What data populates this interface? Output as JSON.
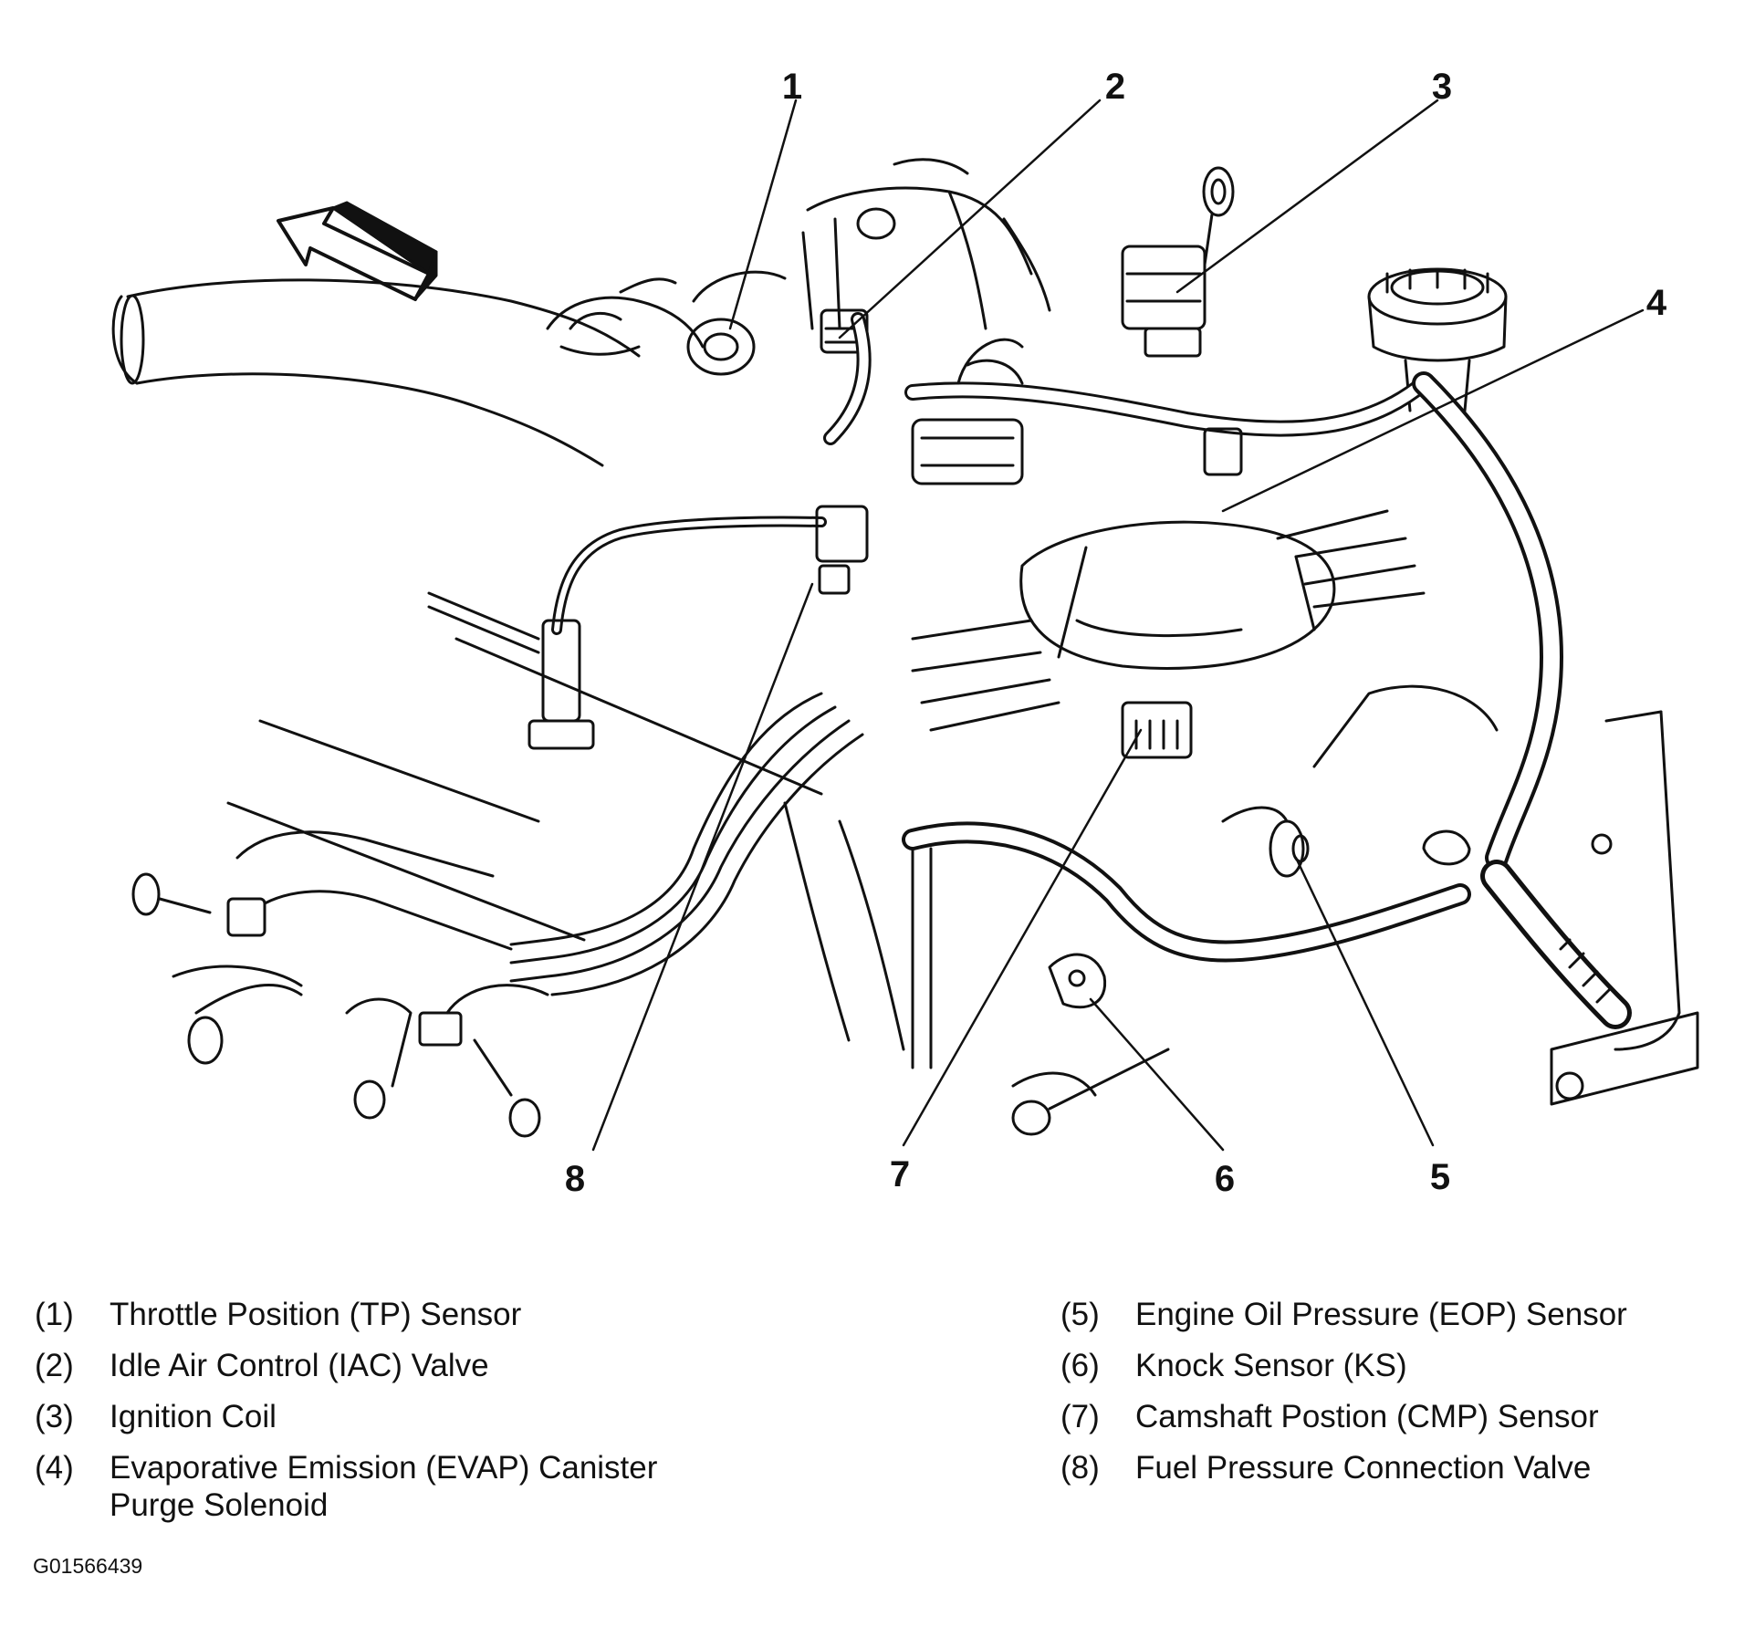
{
  "callouts": [
    {
      "num": "1"
    },
    {
      "num": "2"
    },
    {
      "num": "3"
    },
    {
      "num": "4"
    },
    {
      "num": "5"
    },
    {
      "num": "6"
    },
    {
      "num": "7"
    },
    {
      "num": "8"
    }
  ],
  "legend": {
    "left": [
      {
        "num": "(1)",
        "text": "Throttle Position (TP) Sensor"
      },
      {
        "num": "(2)",
        "text": "Idle Air Control (IAC) Valve"
      },
      {
        "num": "(3)",
        "text": "Ignition Coil"
      },
      {
        "num": "(4)",
        "text": "Evaporative Emission (EVAP) Canister",
        "text2": "Purge Solenoid"
      }
    ],
    "right": [
      {
        "num": "(5)",
        "text": "Engine Oil Pressure (EOP) Sensor"
      },
      {
        "num": "(6)",
        "text": "Knock Sensor (KS)"
      },
      {
        "num": "(7)",
        "text": "Camshaft Postion (CMP) Sensor"
      },
      {
        "num": "(8)",
        "text": "Fuel Pressure Connection Valve"
      }
    ]
  },
  "figure_id": "G01566439"
}
